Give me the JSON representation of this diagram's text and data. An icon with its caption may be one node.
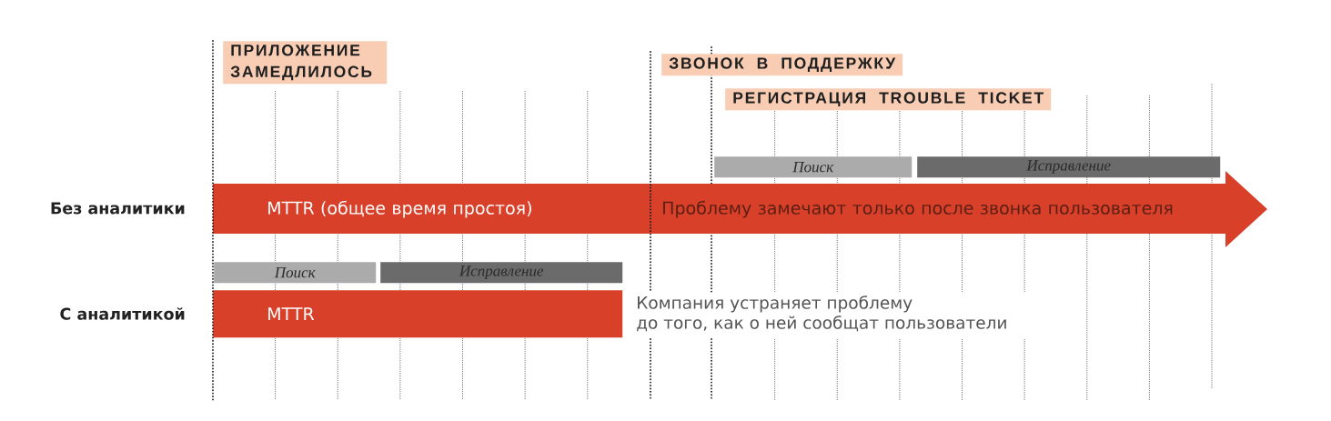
{
  "diagram": {
    "nodes": [
      {
        "text": [
          "ПРИЛОЖЕНИЕ ЗАМЕДЛИЛОСЬ"
        ]
      },
      {
        "text": [
          "ЗВОНОК В ПОДДЕРЖКУ"
        ]
      },
      {
        "text": [
          "РЕГИСТРАЦИЯ TROUBLE TICKET"
        ]
      },
      {
        "text": [
          "Поиск"
        ]
      },
      {
        "text": [
          "Исправление"
        ]
      },
      {
        "text": [
          "MTTR (общее время простоя)",
          "Проблему замечают только после звонка пользователя"
        ]
      },
      {
        "text": [
          "Поиск"
        ]
      },
      {
        "text": [
          "Исправление"
        ]
      },
      {
        "text": [
          "MTTR"
        ]
      }
    ],
    "labels": [
      "Без аналитики",
      "С аналитикой",
      "Компания устраняет проблему до того, как о ней сообщат пользователи"
    ]
  }
}
